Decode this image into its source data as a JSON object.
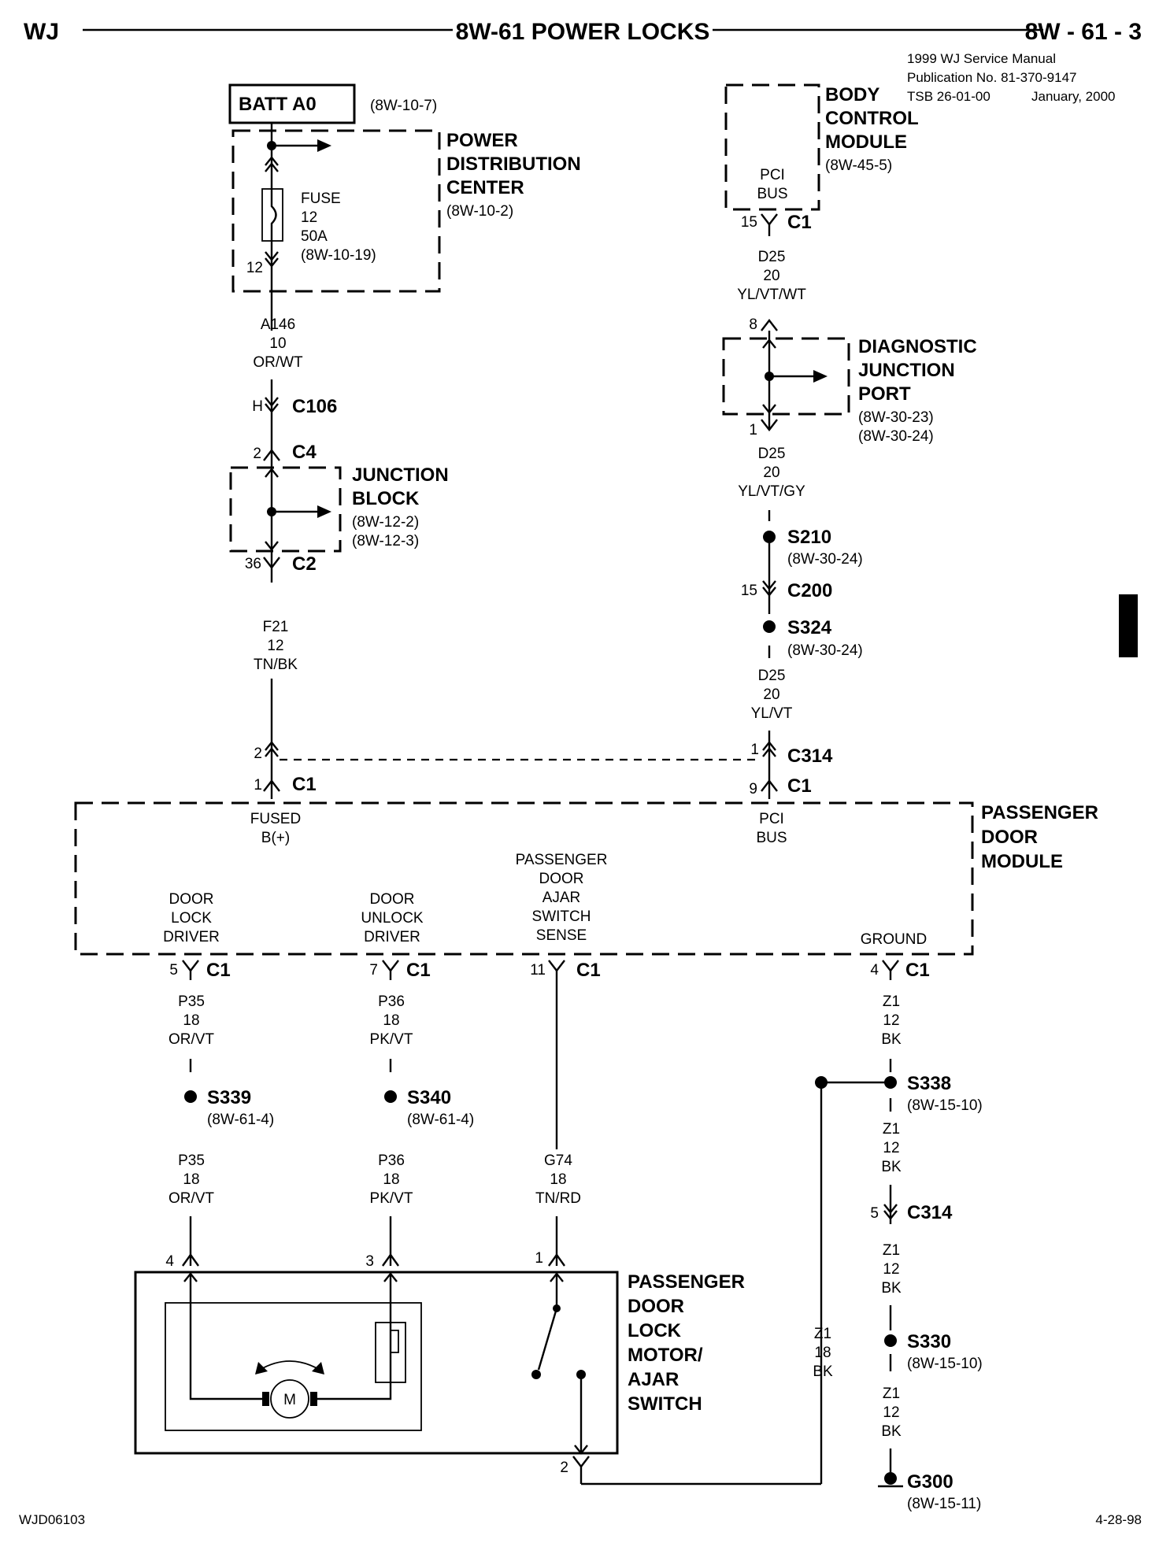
{
  "header": {
    "left": "WJ",
    "title": "8W-61 POWER LOCKS",
    "page": "8W - 61 - 3",
    "pub_line1": "1999 WJ Service Manual",
    "pub_line2": "Publication No. 81-370-9147",
    "pub_line3_a": "TSB 26-01-00",
    "pub_line3_b": "January, 2000"
  },
  "footer": {
    "left": "WJD06103",
    "right": "4-28-98"
  },
  "batt": {
    "label": "BATT A0",
    "ref": "(8W-10-7)"
  },
  "pdc": {
    "name": [
      "POWER",
      "DISTRIBUTION",
      "CENTER"
    ],
    "ref": "(8W-10-2)",
    "fuse": [
      "FUSE",
      "12",
      "50A",
      "(8W-10-19)"
    ],
    "pin": "12"
  },
  "wire_a146": [
    "A146",
    "10",
    "OR/WT"
  ],
  "c106": {
    "pin": "H",
    "name": "C106"
  },
  "c4": {
    "pin": "2",
    "name": "C4"
  },
  "jb": {
    "name": [
      "JUNCTION",
      "BLOCK"
    ],
    "refs": [
      "(8W-12-2)",
      "(8W-12-3)"
    ]
  },
  "c2": {
    "pin": "36",
    "name": "C2"
  },
  "wire_f21": [
    "F21",
    "12",
    "TN/BK"
  ],
  "bcm": {
    "name": [
      "BODY",
      "CONTROL",
      "MODULE"
    ],
    "ref": "(8W-45-5)",
    "inner": [
      "PCI",
      "BUS"
    ]
  },
  "bcm_c1": {
    "pin": "15",
    "name": "C1"
  },
  "wire_d25a": [
    "D25",
    "20",
    "YL/VT/WT"
  ],
  "djp": {
    "name": [
      "DIAGNOSTIC",
      "JUNCTION",
      "PORT"
    ],
    "refs": [
      "(8W-30-23)",
      "(8W-30-24)"
    ],
    "pin_top": "8",
    "pin_bot": "1"
  },
  "wire_d25b": [
    "D25",
    "20",
    "YL/VT/GY"
  ],
  "s210": {
    "name": "S210",
    "ref": "(8W-30-24)"
  },
  "c200": {
    "pin": "15",
    "name": "C200"
  },
  "s324": {
    "name": "S324",
    "ref": "(8W-30-24)"
  },
  "wire_d25c": [
    "D25",
    "20",
    "YL/VT"
  ],
  "c314_top": {
    "pin_left": "2",
    "pin_right": "1",
    "name": "C314"
  },
  "pdm_c1": {
    "pin_fused": "1",
    "pin_pci": "9",
    "name": "C1"
  },
  "pdm": {
    "name": [
      "PASSENGER",
      "DOOR",
      "MODULE"
    ],
    "fused": [
      "FUSED",
      "B(+)"
    ],
    "pci": [
      "PCI",
      "BUS"
    ],
    "lock_drv": [
      "DOOR",
      "LOCK",
      "DRIVER"
    ],
    "unlock_drv": [
      "DOOR",
      "UNLOCK",
      "DRIVER"
    ],
    "ajar": [
      "PASSENGER",
      "DOOR",
      "AJAR",
      "SWITCH",
      "SENSE"
    ],
    "ground": "GROUND"
  },
  "bottom_c1": {
    "name": "C1",
    "pins": [
      "5",
      "7",
      "11",
      "4"
    ]
  },
  "wire_p35": [
    "P35",
    "18",
    "OR/VT"
  ],
  "wire_p36": [
    "P36",
    "18",
    "PK/VT"
  ],
  "wire_z1_top": [
    "Z1",
    "12",
    "BK"
  ],
  "s339": {
    "name": "S339",
    "ref": "(8W-61-4)"
  },
  "s340": {
    "name": "S340",
    "ref": "(8W-61-4)"
  },
  "s338": {
    "name": "S338",
    "ref": "(8W-15-10)"
  },
  "wire_g74": [
    "G74",
    "18",
    "TN/RD"
  ],
  "wire_z1_mid": [
    "Z1",
    "12",
    "BK"
  ],
  "c314_bot": {
    "pin": "5",
    "name": "C314"
  },
  "wire_z1_low": [
    "Z1",
    "12",
    "BK"
  ],
  "s330": {
    "name": "S330",
    "ref": "(8W-15-10)"
  },
  "wire_z1_end": [
    "Z1",
    "12",
    "BK"
  ],
  "g300": {
    "name": "G300",
    "ref": "(8W-15-11)"
  },
  "wire_z1_18": [
    "Z1",
    "18",
    "BK"
  ],
  "motor": {
    "name": [
      "PASSENGER",
      "DOOR",
      "LOCK",
      "MOTOR/",
      "AJAR",
      "SWITCH"
    ],
    "pins": [
      "4",
      "3",
      "1",
      "2"
    ],
    "m": "M"
  }
}
